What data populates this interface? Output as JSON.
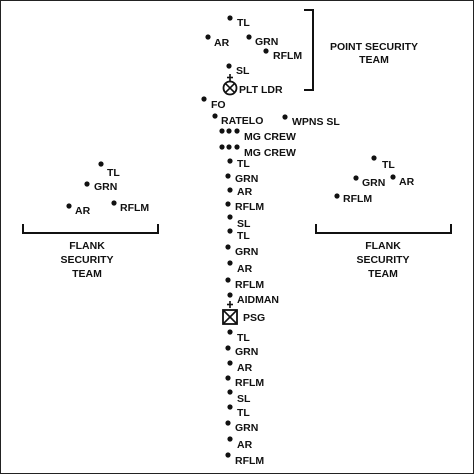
{
  "formation": {
    "point_team": [
      "TL",
      "AR",
      "GRN",
      "RFLM",
      "SL"
    ],
    "plt_ldr": "PLT LDR",
    "fo": "FO",
    "ratelo": "RATELO",
    "wpns_sl": "WPNS SL",
    "mg_crew": [
      "MG CREW",
      "MG CREW"
    ],
    "squad_1": [
      "TL",
      "GRN",
      "AR",
      "RFLM",
      "SL"
    ],
    "squad_2": [
      "TL",
      "GRN",
      "AR",
      "RFLM"
    ],
    "aidman": "AIDMAN",
    "psg": "PSG",
    "squad_3": [
      "TL",
      "GRN",
      "AR",
      "RFLM",
      "SL"
    ],
    "squad_4": [
      "TL",
      "GRN",
      "AR",
      "RFLM"
    ]
  },
  "left_flank": {
    "members": [
      "TL",
      "GRN",
      "AR",
      "RFLM"
    ]
  },
  "right_flank": {
    "members": [
      "TL",
      "GRN",
      "AR",
      "RFLM"
    ]
  },
  "labels": {
    "point_security": [
      "POINT SECURITY",
      "TEAM"
    ],
    "flank_left": [
      "FLANK",
      "SECURITY",
      "TEAM"
    ],
    "flank_right": [
      "FLANK",
      "SECURITY",
      "TEAM"
    ]
  }
}
